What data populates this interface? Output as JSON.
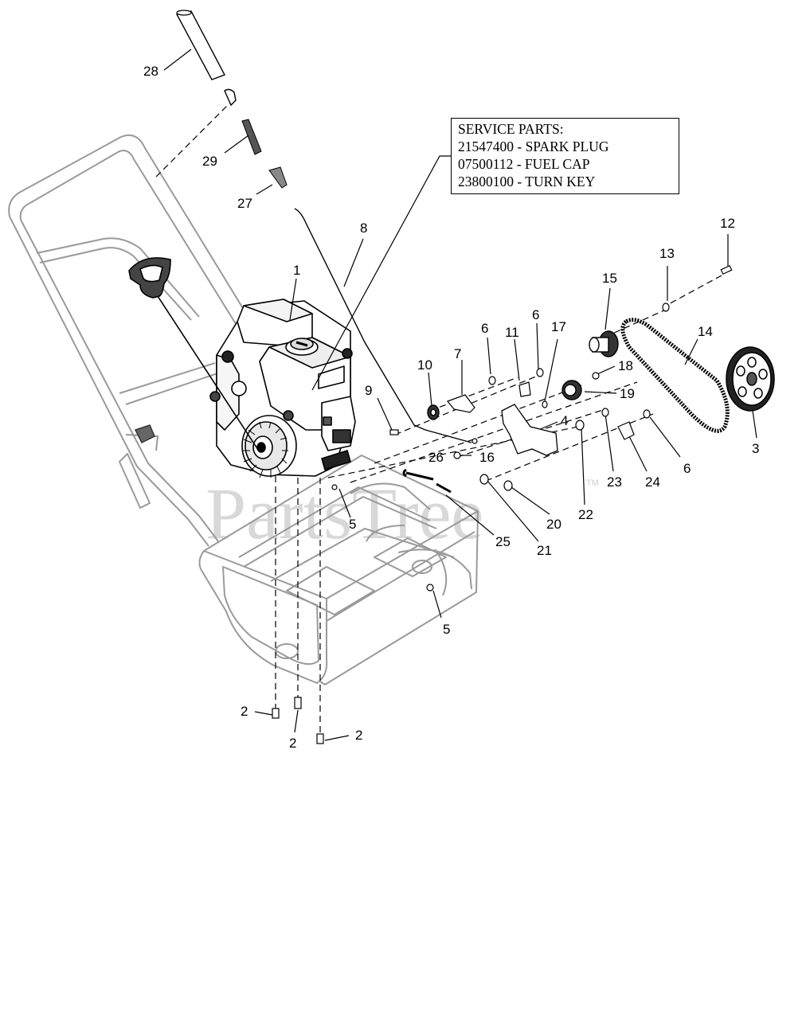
{
  "service_box": {
    "lines": [
      "SERVICE PARTS:",
      "21547400 - SPARK PLUG",
      "07500112 - FUEL CAP",
      "23800100 - TURN KEY"
    ]
  },
  "watermark": {
    "brand": "PartsTree",
    "tm": "TM"
  },
  "callouts": {
    "c28": "28",
    "c29": "29",
    "c27": "27",
    "c8": "8",
    "c1": "1",
    "c12": "12",
    "c13": "13",
    "c15": "15",
    "c14": "14",
    "c3": "3",
    "c6a": "6",
    "c6b": "6",
    "c6c": "6",
    "c11": "11",
    "c17": "17",
    "c7": "7",
    "c10": "10",
    "c9": "9",
    "c18": "18",
    "c19": "19",
    "c4": "4",
    "c26": "26",
    "c16": "16",
    "c23": "23",
    "c24": "24",
    "c22": "22",
    "c20": "20",
    "c21": "21",
    "c25": "25",
    "c5a": "5",
    "c5b": "5",
    "c2a": "2",
    "c2b": "2",
    "c2c": "2"
  }
}
